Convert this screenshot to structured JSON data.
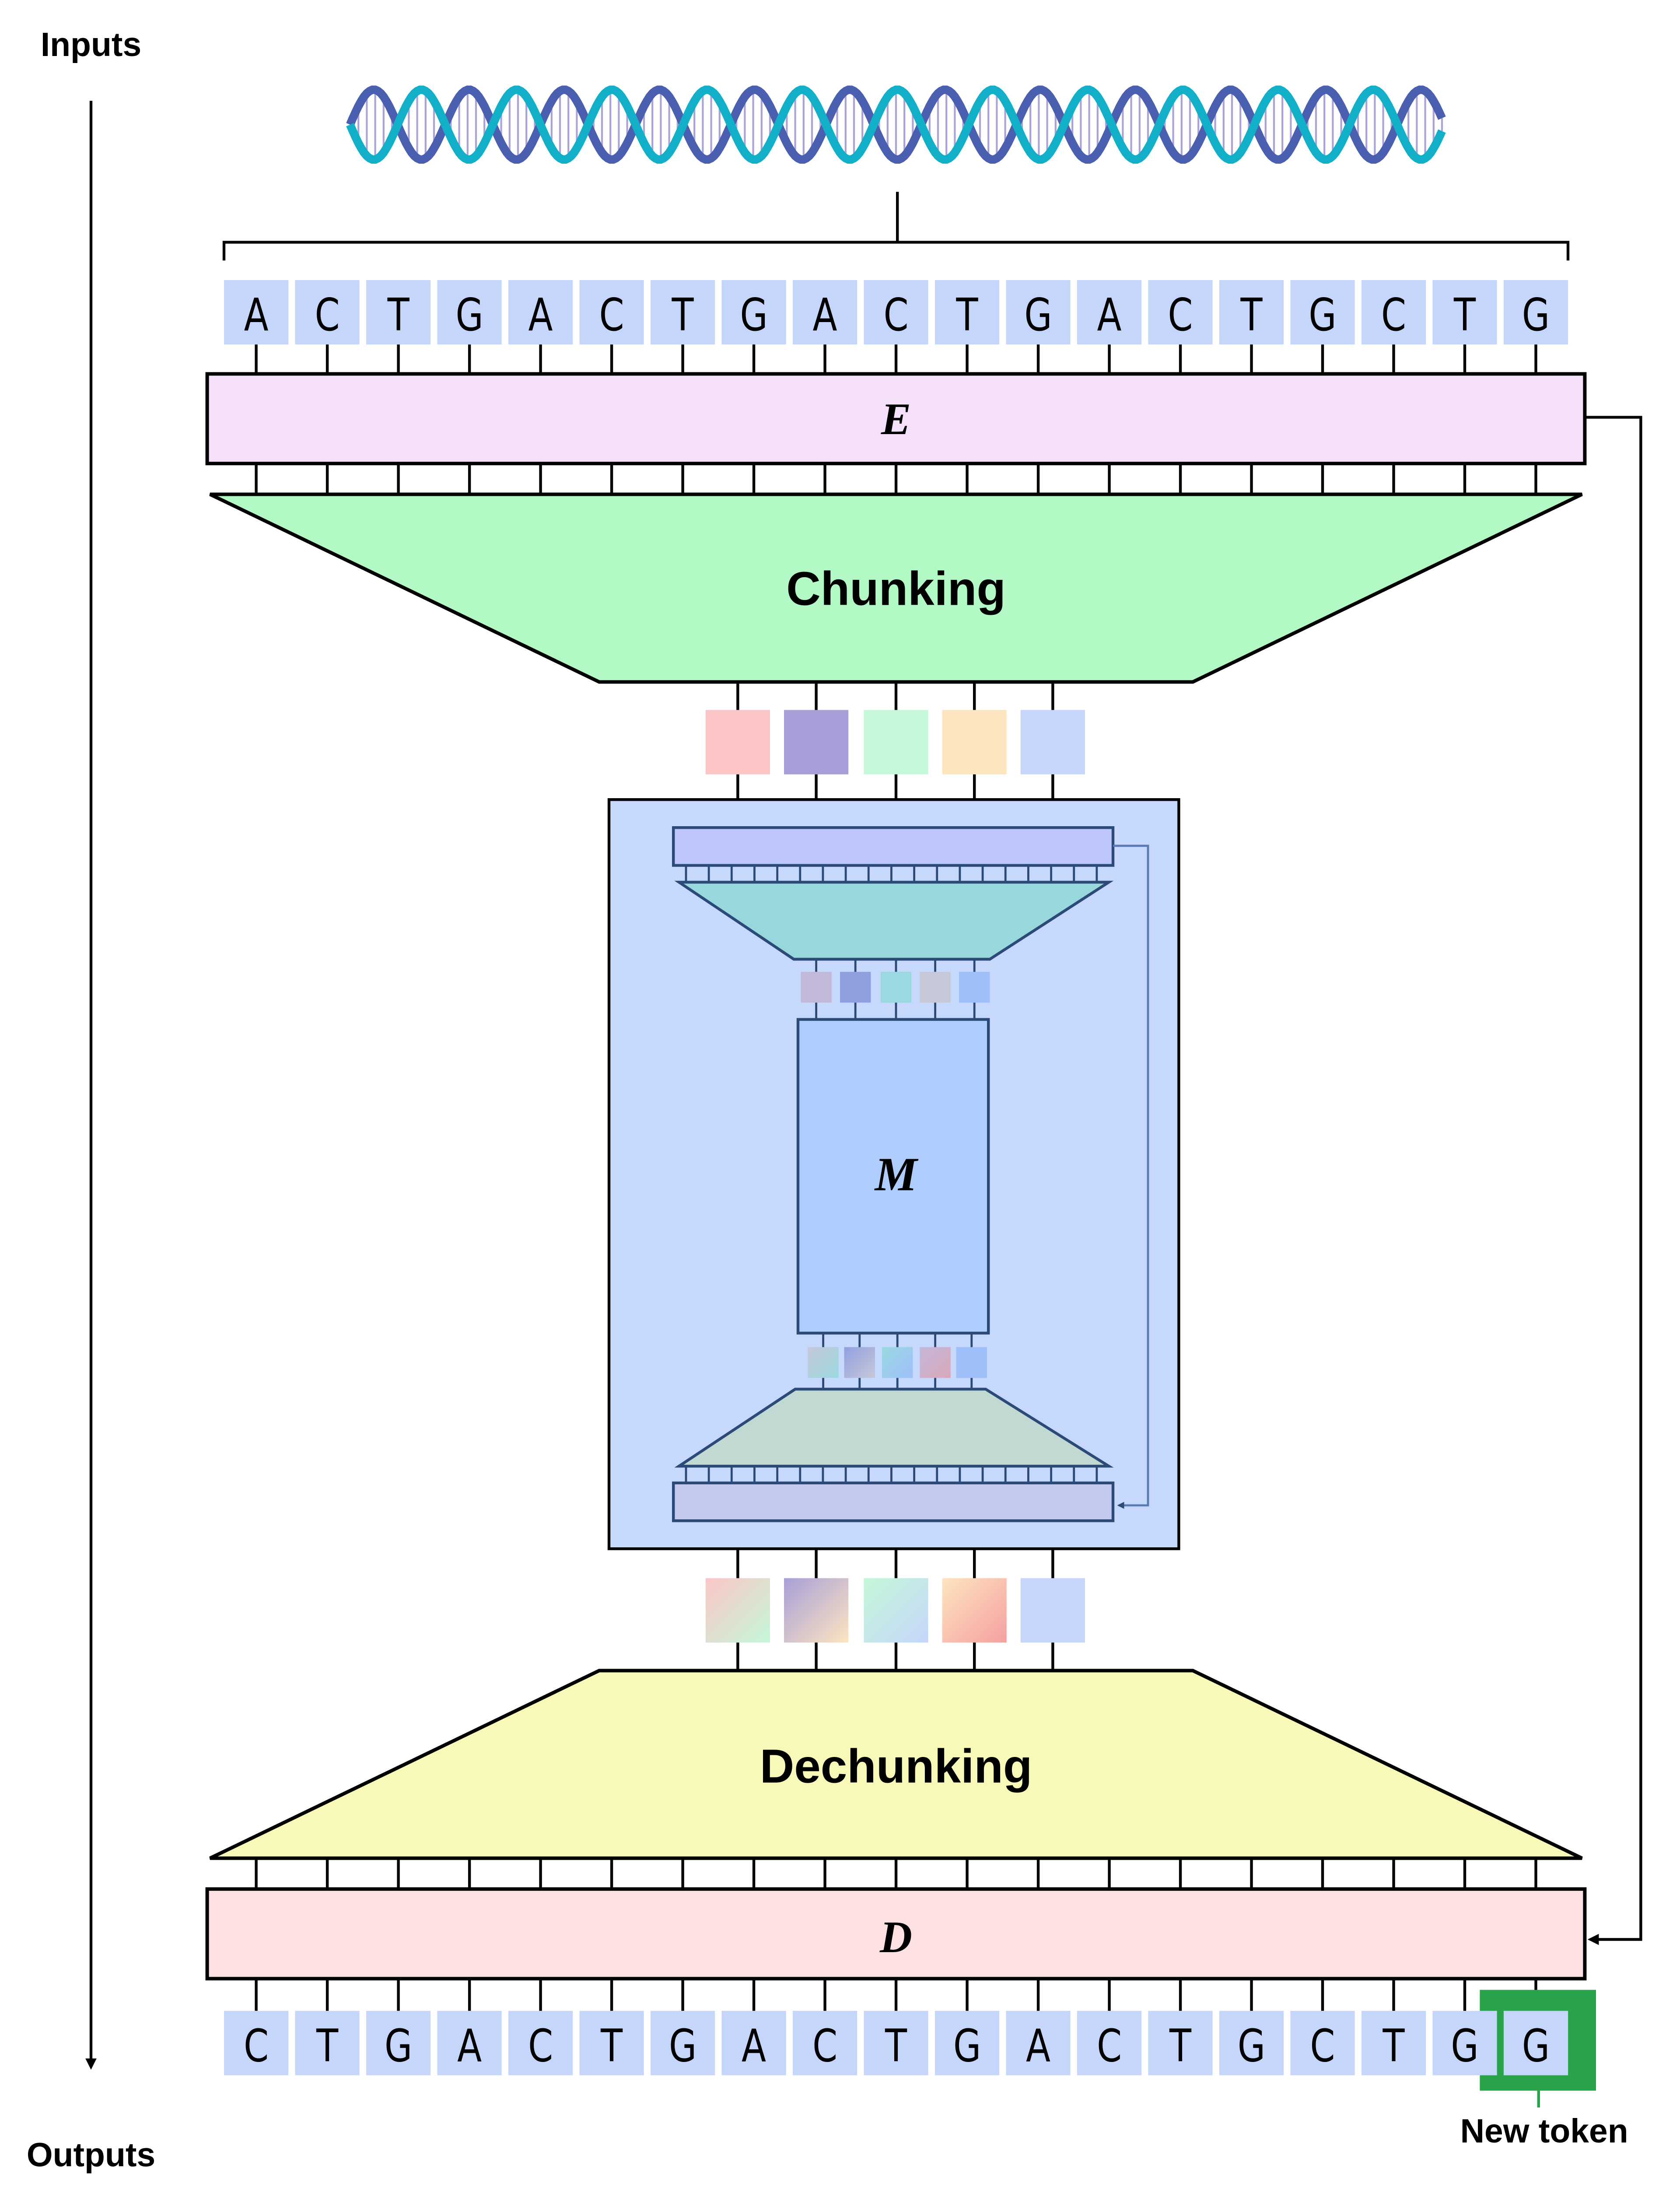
{
  "labels": {
    "inputs": "Inputs",
    "outputs": "Outputs",
    "encoder": "E",
    "chunking": "Chunking",
    "main_network": "M",
    "dechunking": "Dechunking",
    "decoder": "D",
    "new_token": "New token"
  },
  "input_tokens": [
    "A",
    "C",
    "T",
    "G",
    "A",
    "C",
    "T",
    "G",
    "A",
    "C",
    "T",
    "G",
    "A",
    "C",
    "T",
    "G",
    "C",
    "T",
    "G"
  ],
  "output_tokens": [
    "C",
    "T",
    "G",
    "A",
    "C",
    "T",
    "G",
    "A",
    "C",
    "T",
    "G",
    "A",
    "C",
    "T",
    "G",
    "C",
    "T",
    "G",
    "G"
  ],
  "colors": {
    "token": "#c6d6fb",
    "encoder": "#f5e0fa",
    "chunking": "#b3f9c6",
    "main_outer": "#c6d9fc",
    "main_inner": "#aecdfd",
    "inner_top_bar": "#bec7fb",
    "inner_chunking": "#98d8dd",
    "inner_dechunking": "#c2d8d3",
    "inner_bottom_bar": "#c3c8ee",
    "dechunking": "#f8f8b8",
    "decoder": "#fde0e1",
    "new_token_highlight": "#2aa44a",
    "dna_strand_1": "#12b0c8",
    "dna_strand_2": "#4b5fb0",
    "chunks": [
      "#fcc6c6",
      "#a89fd8",
      "#c4f8d8",
      "#fde5c0",
      "#c6d6fb"
    ],
    "inner_chunks": [
      "#c4b8da",
      "#919fe0",
      "#9ad9e0",
      "#c6c8d8",
      "#9fbffb"
    ],
    "inner_chunks_out": [
      [
        "#c6c8d8",
        "#9ad9e0"
      ],
      [
        "#919fe0",
        "#c6c8d8"
      ],
      [
        "#9ad9e0",
        "#9fbffb"
      ],
      [
        "#c4b8da",
        "#d8a8b8"
      ],
      [
        "#9fbffb",
        "#9fbffb"
      ]
    ],
    "dechunk_chunks": [
      [
        "#fcc6c6",
        "#c4f8d8"
      ],
      [
        "#a89fd8",
        "#fde5c0"
      ],
      [
        "#c4f8d8",
        "#c6d6fb"
      ],
      [
        "#fde5c0",
        "#f5a0a0"
      ],
      [
        "#c6d6fb",
        "#c6d6fb"
      ]
    ]
  }
}
